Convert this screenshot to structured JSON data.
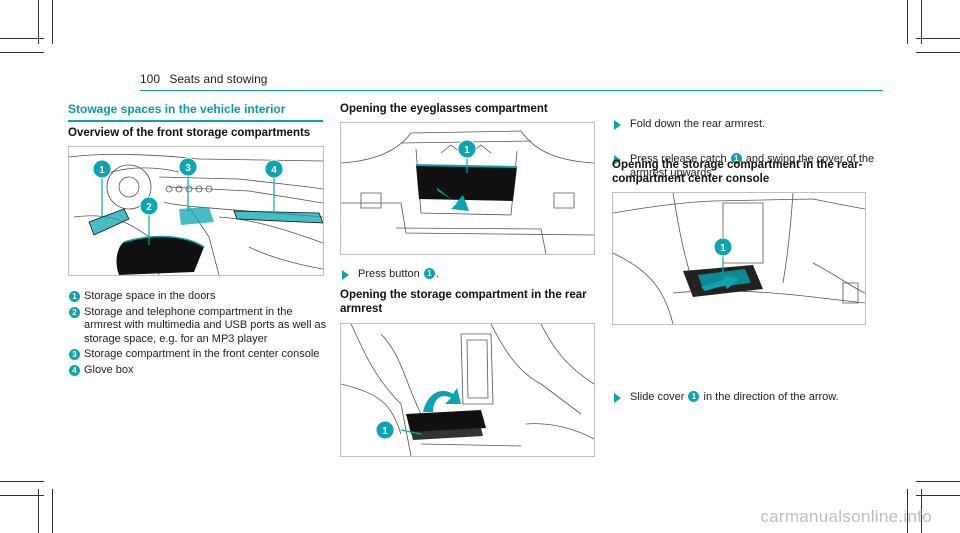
{
  "header": {
    "page_number": "100",
    "section": "Seats and stowing"
  },
  "left": {
    "title": "Stowage spaces in the vehicle interior",
    "subtitle": "Overview of the front storage compartments",
    "items": [
      {
        "num": "1",
        "text": "Storage space in the doors"
      },
      {
        "num": "2",
        "text": "Storage and telephone compartment in the armrest with multimedia and USB ports as well as storage space, e.g. for an MP3 player"
      },
      {
        "num": "3",
        "text": "Storage compartment in the front center console"
      },
      {
        "num": "4",
        "text": "Glove box"
      }
    ]
  },
  "middle": {
    "heading1": "Opening the eyeglasses compartment",
    "step1_text": "Press button",
    "step1_num": "1",
    "step1_end": ".",
    "heading2": "Opening the storage compartment in the rear armrest"
  },
  "right": {
    "step1": "Fold down the rear armrest.",
    "step2_pre": "Press release catch",
    "step2_num": "1",
    "step2_post": "and swing the cover of the armrest upwards.",
    "heading": "Opening the storage compartment in the rear-compartment center console",
    "step3_pre": "Slide cover",
    "step3_num": "1",
    "step3_post": "in the direction of the arrow."
  },
  "figure_callouts": {
    "fig1": [
      "1",
      "2",
      "3",
      "4"
    ],
    "fig2": [
      "1"
    ],
    "fig3": [
      "1"
    ],
    "fig4": [
      "1"
    ]
  },
  "watermark": "carmanualsonline.info",
  "colors": {
    "accent": "#0aa5b0",
    "text": "#1c1c1c"
  }
}
